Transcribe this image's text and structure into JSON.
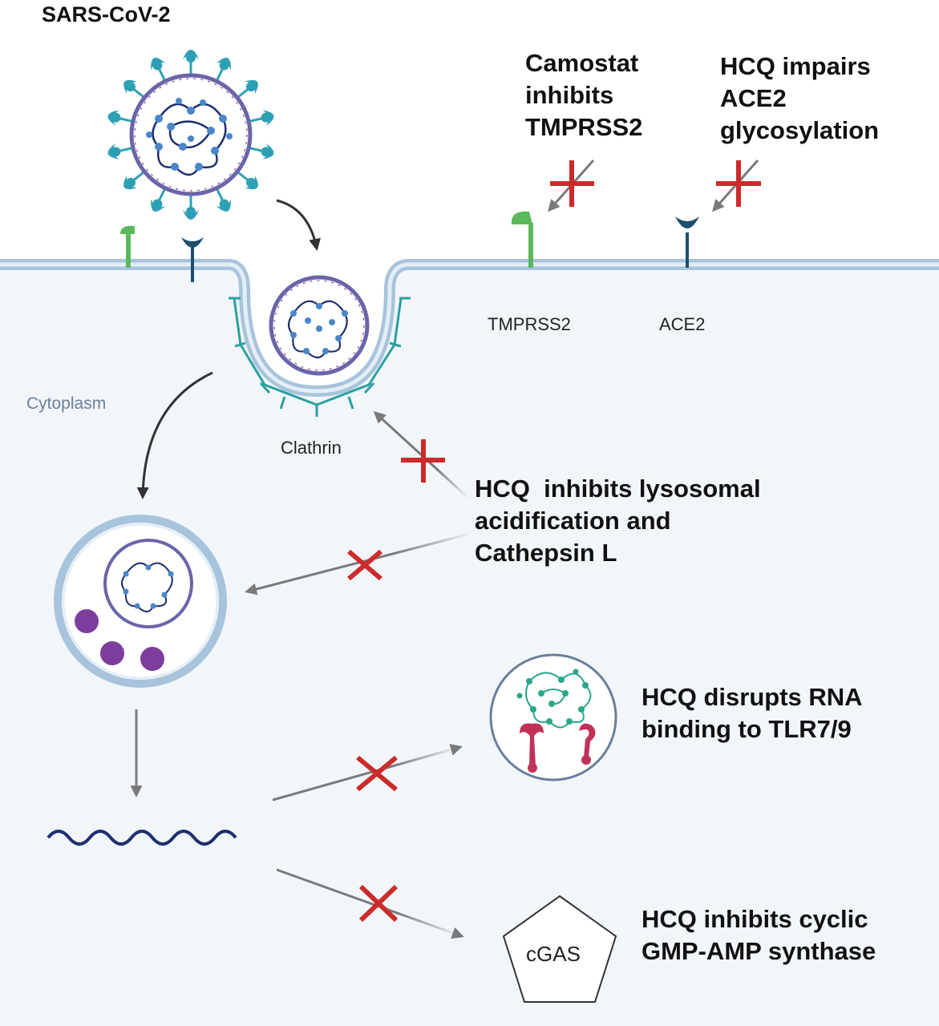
{
  "labels": {
    "virus": "SARS-CoV-2",
    "camostat": [
      "Camostat",
      "inhibits",
      "TMPRSS2"
    ],
    "hcq_ace2": [
      "HCQ impairs",
      "ACE2",
      "glycosylation"
    ],
    "tmprss2": "TMPRSS2",
    "ace2": "ACE2",
    "cytoplasm": "Cytoplasm",
    "clathrin": "Clathrin",
    "hcq_lysosome": [
      "HCQ  inhibits lysosomal",
      "acidification and",
      "Cathepsin L"
    ],
    "hcq_tlr": [
      "HCQ disrupts RNA",
      "binding to TLR7/9"
    ],
    "cgas": "cGAS",
    "hcq_cgas": [
      "HCQ inhibits cyclic",
      "GMP-AMP synthase"
    ]
  },
  "colors": {
    "cytoplasm_bg": "#f2f6fb",
    "membrane": "#a8c4dc",
    "virus_spike": "#2ea0b4",
    "virus_envelope": "#6a64a8",
    "rna_dark": "#1e2f6e",
    "rna_bead": "#4a86c8",
    "tmprss2_green": "#5cb85c",
    "ace2_navy": "#1d4e6e",
    "inhibit_red": "#cc2b2b",
    "arrow_gray": "#7a7a7a",
    "clathrin_teal": "#2aa0a0",
    "lysosome_purple": "#7c3d9c",
    "tlr_red": "#c0325a",
    "rna_green": "#2aa68a"
  },
  "icons": [
    "virus-icon",
    "receptor-icon",
    "inhibit-cross-icon",
    "arrow-icon",
    "lysosome-icon",
    "endosome-icon",
    "pentagon-icon"
  ]
}
